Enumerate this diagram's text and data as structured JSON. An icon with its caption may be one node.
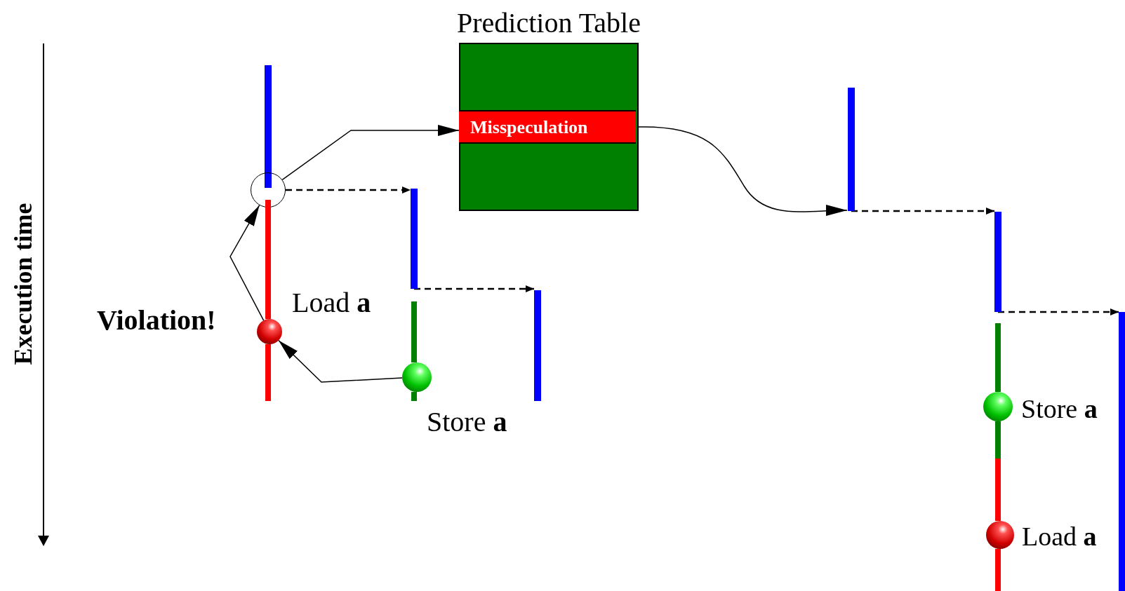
{
  "diagram": {
    "nodes": [
      {
        "text": [
          "Prediction Table"
        ]
      },
      {
        "text": [
          "Misspeculation"
        ],
        "in": 0
      },
      {
        "text": [],
        "shape": "bar"
      },
      {
        "text": [],
        "shape": "circle"
      },
      {
        "text": [],
        "shape": "bar"
      },
      {
        "text": [],
        "shape": "bar"
      },
      {
        "text": [],
        "shape": "circle"
      },
      {
        "text": [],
        "shape": "bar"
      },
      {
        "text": [],
        "shape": "bar"
      },
      {
        "text": [],
        "shape": "bar"
      },
      {
        "text": [],
        "shape": "circle"
      },
      {
        "text": [],
        "shape": "bar"
      },
      {
        "text": [],
        "shape": "bar"
      },
      {
        "text": [],
        "shape": "bar"
      },
      {
        "text": [],
        "shape": "bar"
      },
      {
        "text": [],
        "shape": "bar"
      },
      {
        "text": [],
        "shape": "circle"
      },
      {
        "text": [],
        "shape": "bar"
      },
      {
        "text": [],
        "shape": "bar"
      },
      {
        "text": [],
        "shape": "circle"
      },
      {
        "text": [],
        "shape": "bar"
      }
    ],
    "edges": [
      {
        "from": 6,
        "to": 3,
        "arrow": "to"
      },
      {
        "from": 3,
        "to": 1,
        "arrow": "to"
      },
      {
        "from": 10,
        "to": 6,
        "arrow": "to"
      },
      {
        "from": 1,
        "to": 12,
        "arrow": "to"
      },
      {
        "from": 3,
        "to": 7,
        "arrow": "to",
        "style": "dashed"
      },
      {
        "from": 7,
        "to": 11,
        "arrow": "to",
        "style": "dashed"
      },
      {
        "from": 12,
        "to": 13,
        "arrow": "to",
        "style": "dashed"
      },
      {
        "from": 13,
        "to": 20,
        "arrow": "to",
        "style": "dashed"
      }
    ],
    "labels": [
      "Execution time",
      "Violation!",
      "Load **a**",
      "Store **a**",
      "Store **a**",
      "Load **a**"
    ]
  }
}
